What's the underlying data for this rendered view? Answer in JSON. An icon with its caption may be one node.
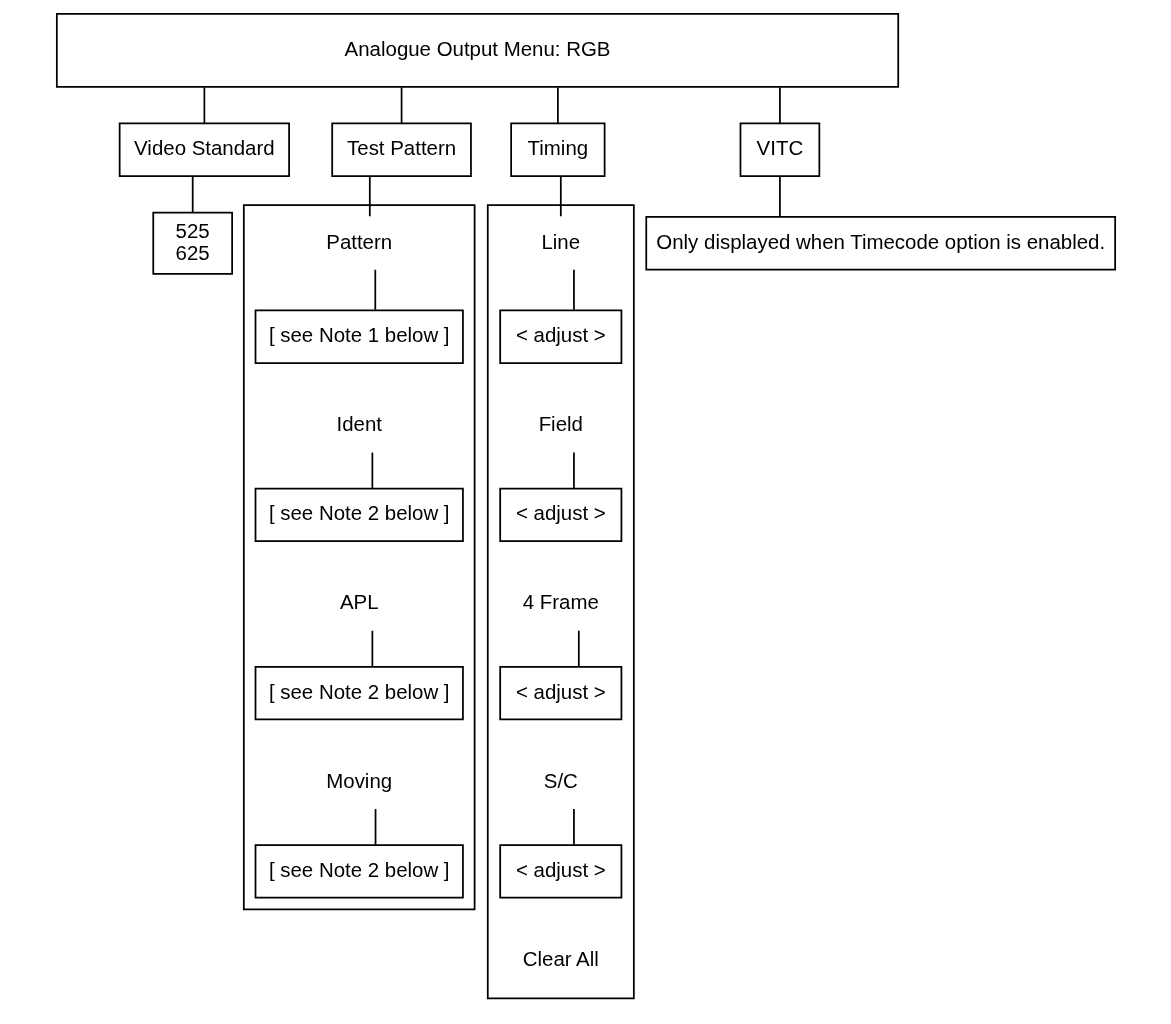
{
  "diagram": {
    "nodes": [
      {
        "text": [
          "Analogue Output Menu: RGB"
        ]
      },
      {
        "text": [
          "Video Standard"
        ]
      },
      {
        "text": [
          "Test Pattern"
        ]
      },
      {
        "text": [
          "Timing"
        ]
      },
      {
        "text": [
          "VITC"
        ]
      },
      {
        "text": [
          "525",
          "625"
        ]
      },
      {
        "text": [],
        "shape": "box"
      },
      {
        "text": [
          "Pattern"
        ],
        "in": 6
      },
      {
        "text": [
          "[ see Note 1 below ]"
        ],
        "in": 6
      },
      {
        "text": [
          "Ident"
        ],
        "in": 6
      },
      {
        "text": [
          "[ see Note 2 below ]"
        ],
        "in": 6
      },
      {
        "text": [
          "APL"
        ],
        "in": 6
      },
      {
        "text": [
          "[ see Note 2 below ]"
        ],
        "in": 6
      },
      {
        "text": [
          "Moving"
        ],
        "in": 6
      },
      {
        "text": [
          "[ see Note 2 below ]"
        ],
        "in": 6
      },
      {
        "text": [],
        "shape": "box"
      },
      {
        "text": [
          "Line"
        ],
        "in": 15
      },
      {
        "text": [
          "< adjust >"
        ],
        "in": 15
      },
      {
        "text": [
          "Field"
        ],
        "in": 15
      },
      {
        "text": [
          "< adjust >"
        ],
        "in": 15
      },
      {
        "text": [
          "4 Frame"
        ],
        "in": 15
      },
      {
        "text": [
          "< adjust >"
        ],
        "in": 15
      },
      {
        "text": [
          "S/C"
        ],
        "in": 15
      },
      {
        "text": [
          "< adjust >"
        ],
        "in": 15
      },
      {
        "text": [
          "Clear All"
        ],
        "in": 15
      },
      {
        "text": [
          "Only displayed when Timecode option is enabled."
        ]
      }
    ],
    "edges": [
      {
        "from": 0,
        "to": 1,
        "arrow": "none"
      },
      {
        "from": 0,
        "to": 2,
        "arrow": "none"
      },
      {
        "from": 0,
        "to": 3,
        "arrow": "none"
      },
      {
        "from": 0,
        "to": 4,
        "arrow": "none"
      },
      {
        "from": 1,
        "to": 5,
        "arrow": "none"
      },
      {
        "from": 2,
        "to": 7,
        "arrow": "none"
      },
      {
        "from": 3,
        "to": 16,
        "arrow": "none"
      },
      {
        "from": 4,
        "to": 25,
        "arrow": "none"
      },
      {
        "from": 7,
        "to": 8,
        "arrow": "none"
      },
      {
        "from": 9,
        "to": 10,
        "arrow": "none"
      },
      {
        "from": 11,
        "to": 12,
        "arrow": "none"
      },
      {
        "from": 13,
        "to": 14,
        "arrow": "none"
      },
      {
        "from": 16,
        "to": 17,
        "arrow": "none"
      },
      {
        "from": 18,
        "to": 19,
        "arrow": "none"
      },
      {
        "from": 20,
        "to": 21,
        "arrow": "none"
      },
      {
        "from": 22,
        "to": 23,
        "arrow": "none"
      }
    ]
  }
}
